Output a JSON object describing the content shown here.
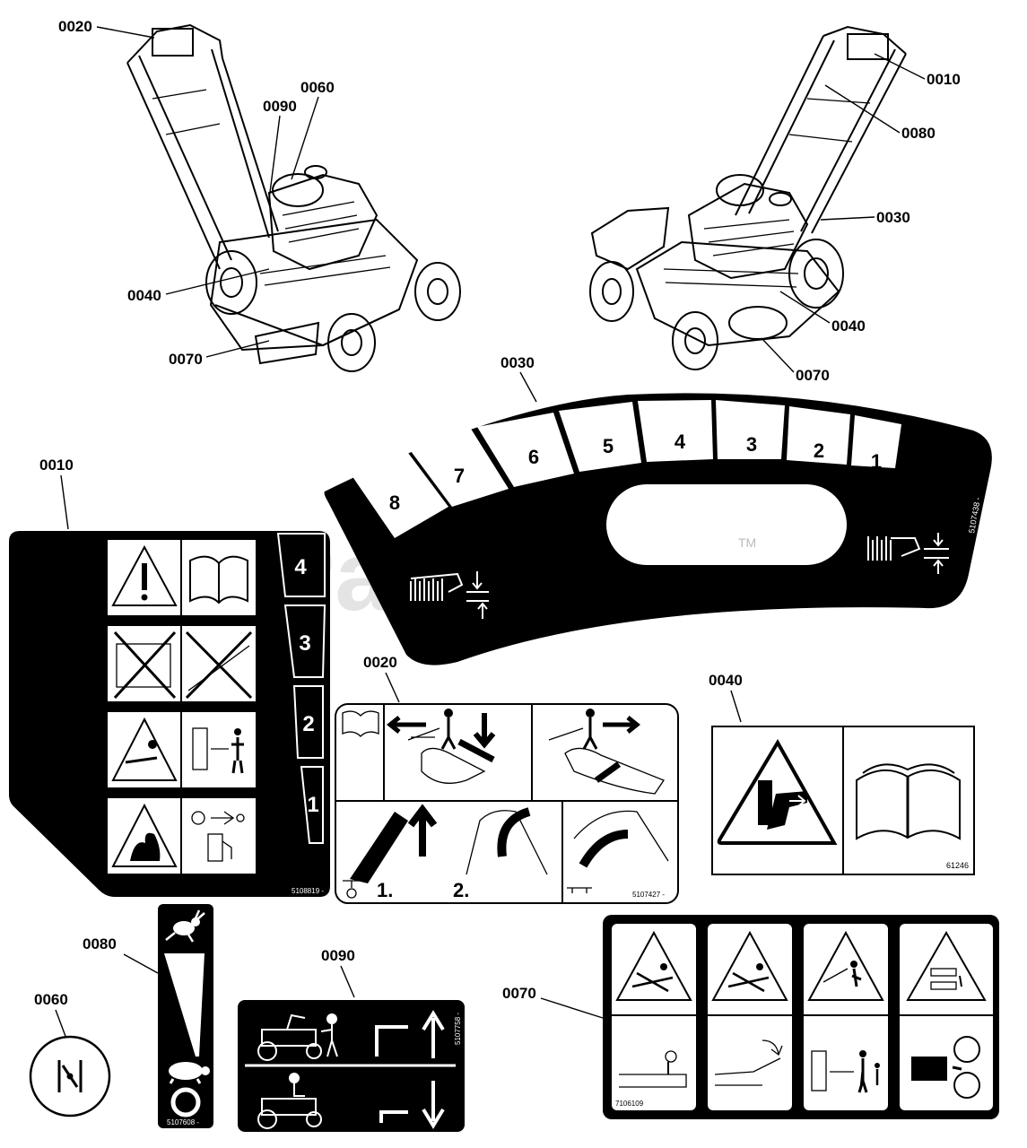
{
  "callouts": {
    "top_left_0020": "0020",
    "top_left_0060": "0060",
    "top_left_0090": "0090",
    "top_left_0040": "0040",
    "top_left_0070": "0070",
    "top_right_0010": "0010",
    "top_right_0080": "0080",
    "top_right_0030": "0030",
    "top_right_0040": "0040",
    "top_right_0070": "0070",
    "decal_0030": "0030",
    "decal_0010": "0010",
    "decal_0020": "0020",
    "decal_0040": "0040",
    "decal_0080": "0080",
    "decal_0060": "0060",
    "decal_0090": "0090",
    "decal_0070": "0070"
  },
  "decal_0030": {
    "positions": [
      "8",
      "7",
      "6",
      "5",
      "4",
      "3",
      "2",
      "1"
    ],
    "trademark": "TM",
    "part_number": "5107438 -"
  },
  "decal_0010": {
    "gears": [
      "4",
      "3",
      "2",
      "1"
    ],
    "part_number": "5108819 -"
  },
  "decal_0020": {
    "step1": "1.",
    "step2": "2.",
    "part_number": "5107427 -"
  },
  "decal_0040": {
    "part_number": "61246"
  },
  "decal_0080": {
    "part_number": "5107608 -"
  },
  "decal_0090": {
    "part_number": "5107758 -"
  },
  "decal_0070": {
    "part_number": "7106109"
  },
  "watermark": "PartsTree"
}
